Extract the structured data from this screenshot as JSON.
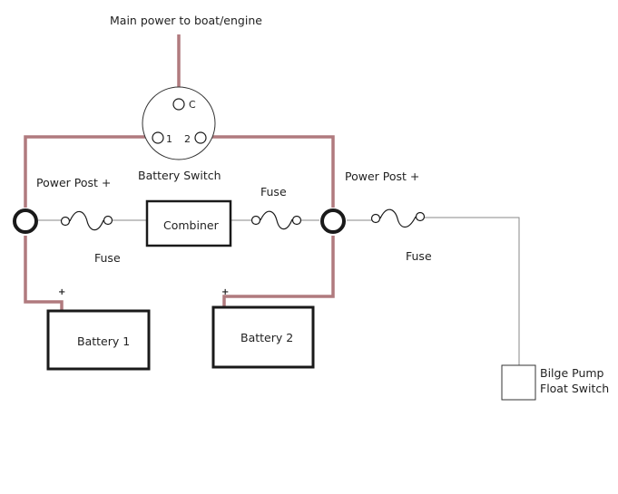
{
  "labels": {
    "main_power": "Main power to boat/engine",
    "switch_c": "C",
    "switch_1": "1",
    "switch_2": "2",
    "battery_switch": "Battery Switch",
    "power_post_left": "Power Post +",
    "power_post_right": "Power Post +",
    "fuse_left": "Fuse",
    "fuse_middle": "Fuse",
    "fuse_right": "Fuse",
    "combiner": "Combiner",
    "battery_1": "Battery 1",
    "battery_2": "Battery 2",
    "plus_1": "+",
    "plus_2": "+",
    "bilge_line1": "Bilge Pump",
    "bilge_line2": "Float Switch"
  },
  "colors": {
    "power_wire": "#b07a7e",
    "thin_wire": "#8a8a8a",
    "outline": "#1a1a1a"
  }
}
